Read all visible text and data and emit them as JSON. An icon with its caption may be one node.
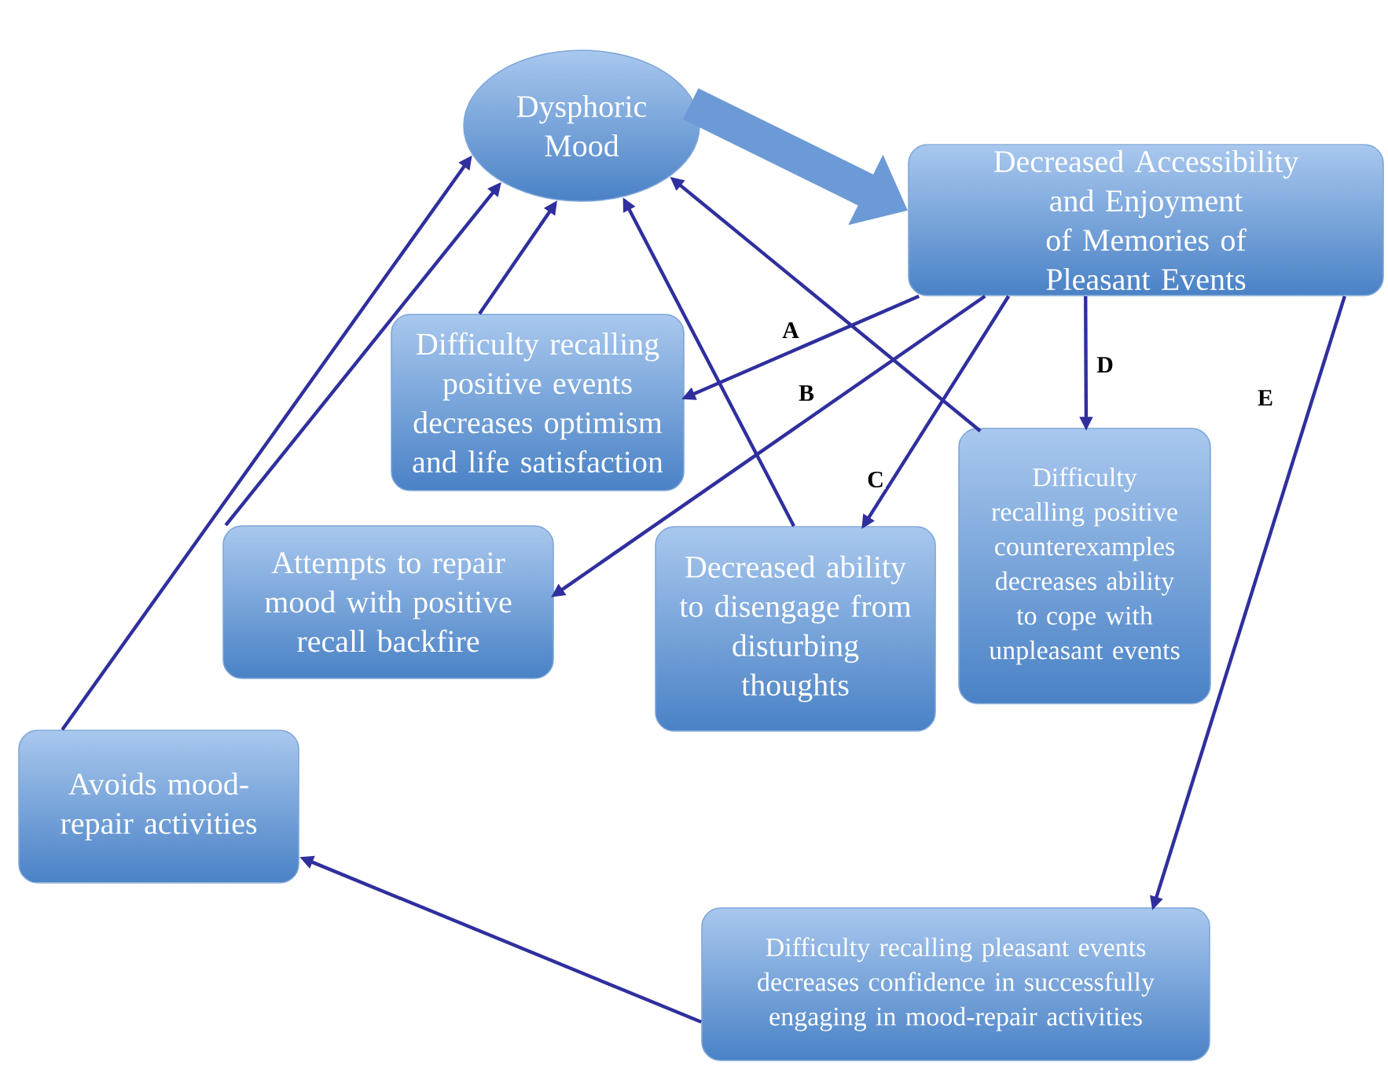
{
  "diagram": {
    "nodes": [
      {
        "text": [
          "Dysphoric Mood"
        ]
      },
      {
        "text": [
          "Decreased Accessibility and Enjoyment of Memories of Pleasant Events"
        ]
      },
      {
        "text": [
          "Difficulty recalling positive events decreases optimism and life satisfaction"
        ]
      },
      {
        "text": [
          "Attempts to repair mood with positive recall backfire"
        ]
      },
      {
        "text": [
          "Decreased ability to disengage from disturbing thoughts"
        ]
      },
      {
        "text": [
          "Difficulty recalling positive counterexamples decreases ability to cope with unpleasant events"
        ]
      },
      {
        "text": [
          "Avoids mood-repair activities"
        ]
      },
      {
        "text": [
          "Difficulty recalling pleasant events decreases confidence in successfully engaging in mood-repair activities"
        ]
      }
    ],
    "edges": [
      {
        "from": 0,
        "to": 1,
        "arrow": "to",
        "style": "thick",
        "color": "#6c9ad6"
      },
      {
        "from": 1,
        "to": 2,
        "arrow": "to",
        "label": "A"
      },
      {
        "from": 1,
        "to": 3,
        "arrow": "to",
        "label": "B"
      },
      {
        "from": 1,
        "to": 4,
        "arrow": "to",
        "label": "C"
      },
      {
        "from": 1,
        "to": 5,
        "arrow": "to",
        "label": "D"
      },
      {
        "from": 1,
        "to": 7,
        "arrow": "to",
        "label": "E"
      },
      {
        "from": 7,
        "to": 6,
        "arrow": "to"
      },
      {
        "from": 6,
        "to": 0,
        "arrow": "to"
      },
      {
        "from": 3,
        "to": 0,
        "arrow": "to"
      },
      {
        "from": 2,
        "to": 0,
        "arrow": "to"
      },
      {
        "from": 4,
        "to": 0,
        "arrow": "to"
      },
      {
        "from": 5,
        "to": 0,
        "arrow": "to"
      }
    ]
  }
}
